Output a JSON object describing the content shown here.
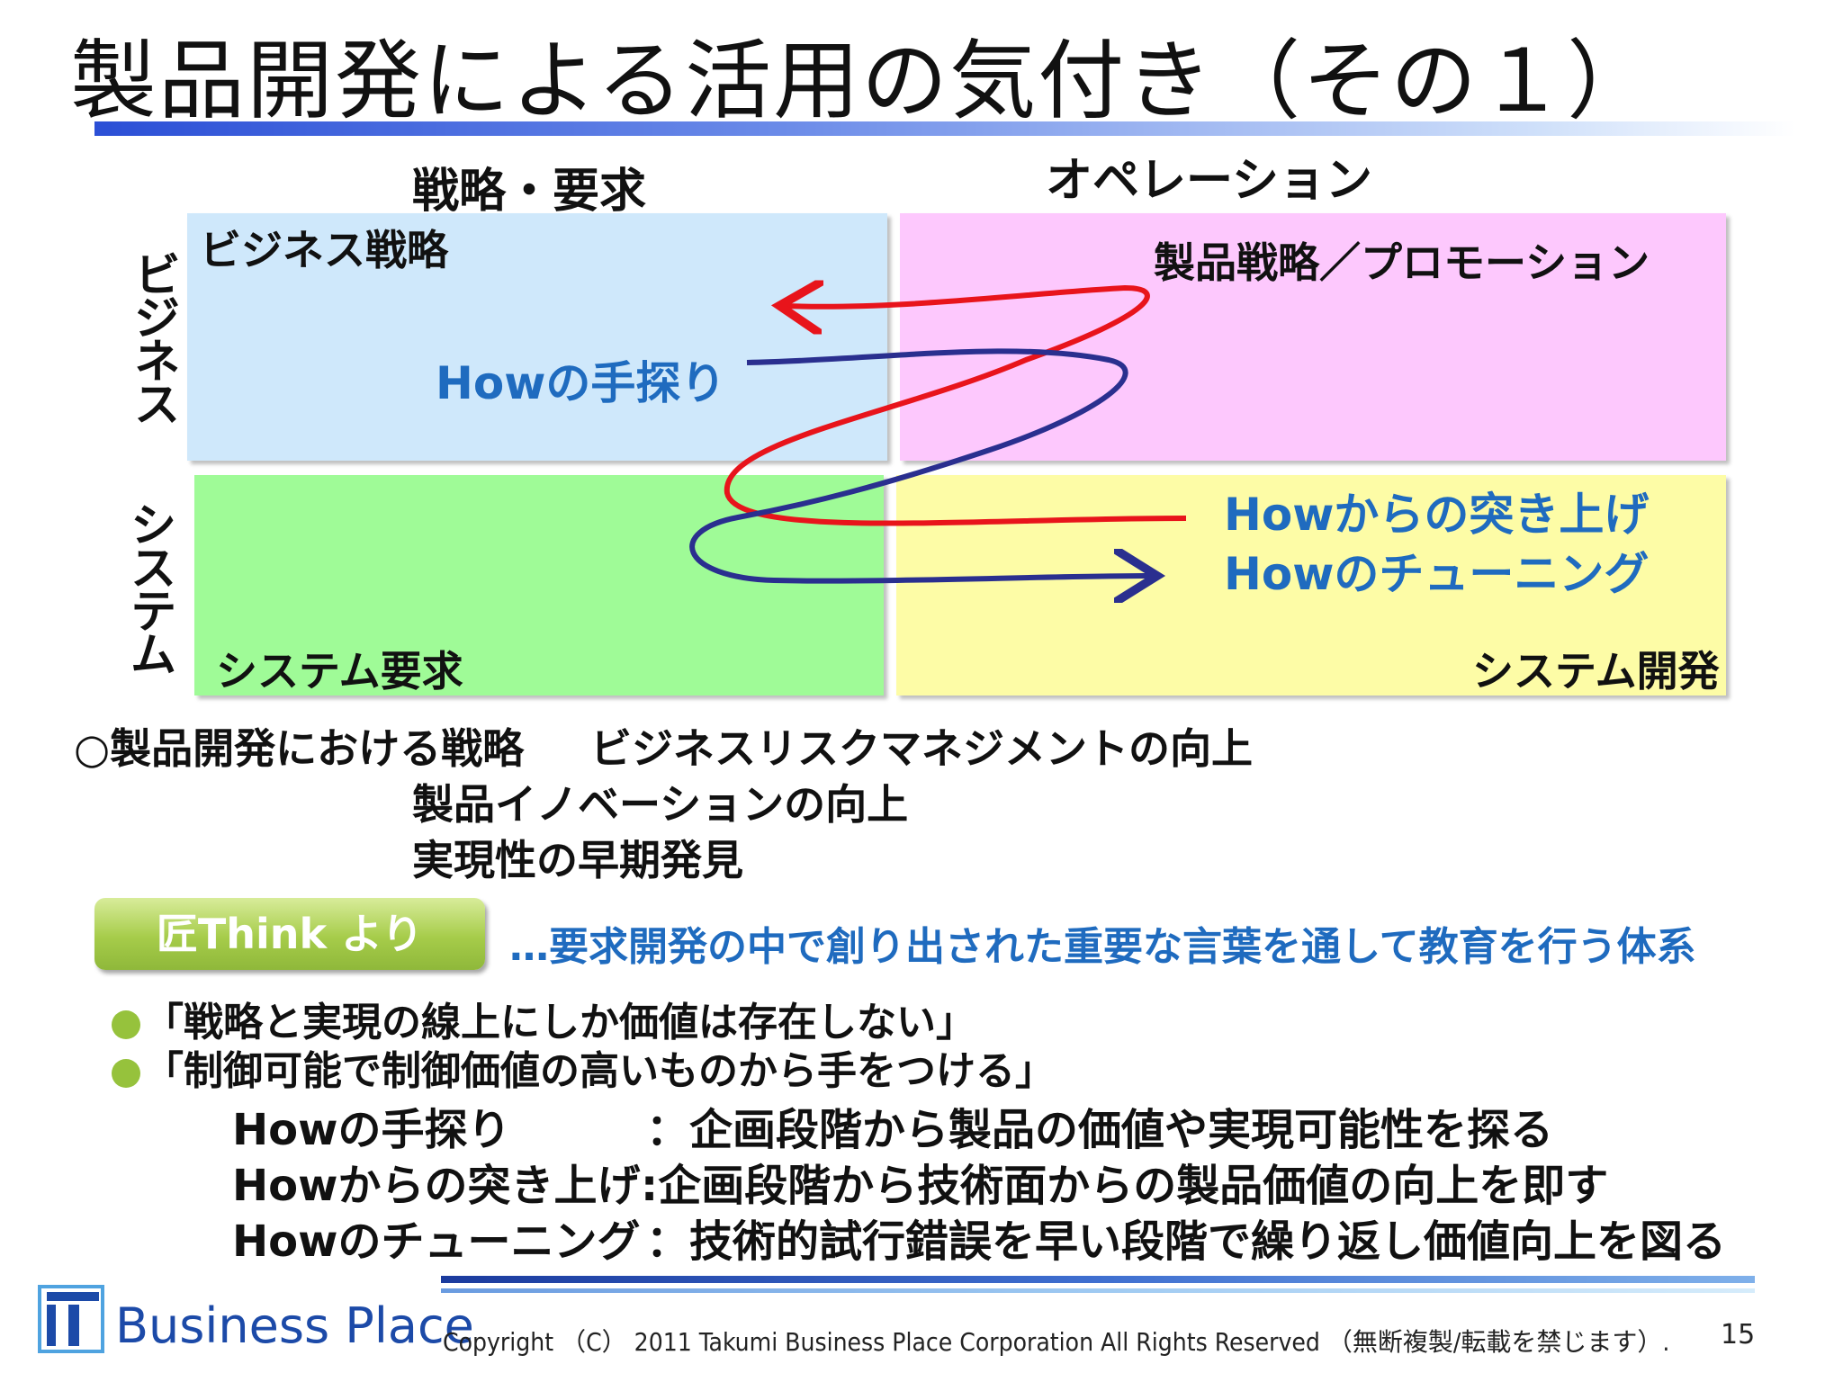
{
  "title": "製品開発による活用の気付き（その１）",
  "columns": {
    "left": "戦略・要求",
    "right": "オペレーション"
  },
  "rows": {
    "top": "ビジネス",
    "bottom": "システム"
  },
  "quadrants": {
    "business_strategy": "ビジネス戦略",
    "product_promotion": "製品戦略／プロモーション",
    "system_requirements": "システム要求",
    "system_development": "システム開発"
  },
  "flow_labels": {
    "how_search": "Howの手探り",
    "how_pushup": "Howからの突き上げ",
    "how_tuning": "Howのチューニング"
  },
  "colors": {
    "red_arrow": "#e8141b",
    "navy_arrow": "#2a2f8f",
    "blue_text": "#1f6bbf"
  },
  "strategy": {
    "lead": "○製品開発における戦略",
    "items": [
      "ビジネスリスクマネジメントの向上",
      "製品イノベーションの向上",
      "実現性の早期発見"
    ]
  },
  "takumi": {
    "pill": "匠Think より",
    "desc": "…要求開発の中で創り出された重要な言葉を通して教育を行う体系"
  },
  "bullets": [
    "「戦略と実現の線上にしか価値は存在しない」",
    "「制御可能で制御価値の高いものから手をつける」"
  ],
  "definitions": [
    {
      "term": "Howの手探り",
      "desc": "：企画段階から製品の価値や実現可能性を探る"
    },
    {
      "term": "Howからの突き上げ",
      "desc": ":企画段階から技術面からの製品価値の向上を即す"
    },
    {
      "term": "Howのチューニング",
      "desc": "：技術的試行錯誤を早い段階で繰り返し価値向上を図る"
    }
  ],
  "footer": {
    "logo_mark": "IT",
    "logo_text": "Business Place",
    "copyright": "Copyright （C） 2011 Takumi Business Place Corporation All Rights Reserved （無断複製/転載を禁じます）.",
    "page": "15"
  }
}
